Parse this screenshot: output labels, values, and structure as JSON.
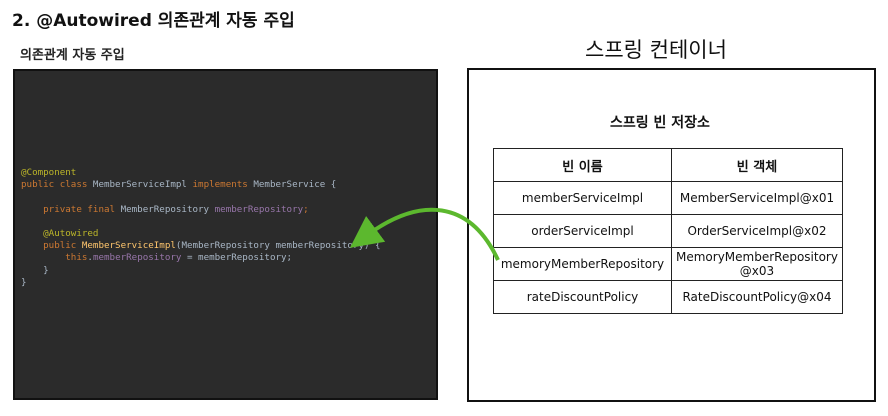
{
  "header": {
    "title": "2. @Autowired 의존관계 자동 주입",
    "subtitle": "의존관계 자동 주입"
  },
  "code_panel": {
    "lines": [
      [
        {
          "t": "@Component",
          "k": "annotation"
        }
      ],
      [
        {
          "t": "public class ",
          "k": "keyword"
        },
        {
          "t": "MemberServiceImpl ",
          "k": "plain"
        },
        {
          "t": "implements ",
          "k": "keyword"
        },
        {
          "t": "MemberService {",
          "k": "plain"
        }
      ],
      [],
      [
        {
          "t": "    private final ",
          "k": "keyword"
        },
        {
          "t": "MemberRepository ",
          "k": "plain"
        },
        {
          "t": "memberRepository",
          "k": "field"
        },
        {
          "t": ";",
          "k": "keyword"
        }
      ],
      [],
      [
        {
          "t": "    @Autowired",
          "k": "annotation"
        }
      ],
      [
        {
          "t": "    public ",
          "k": "keyword"
        },
        {
          "t": "MemberServiceImpl",
          "k": "method"
        },
        {
          "t": "(MemberRepository memberRepository) {",
          "k": "plain"
        }
      ],
      [
        {
          "t": "        this",
          "k": "keyword"
        },
        {
          "t": ".",
          "k": "plain"
        },
        {
          "t": "memberRepository",
          "k": "field"
        },
        {
          "t": " = memberRepository;",
          "k": "plain"
        }
      ],
      [
        {
          "t": "    }",
          "k": "plain"
        }
      ],
      [
        {
          "t": "}",
          "k": "plain"
        }
      ]
    ]
  },
  "container": {
    "title": "스프링 컨테이너",
    "store_title": "스프링 빈 저장소",
    "table": {
      "headers": [
        "빈 이름",
        "빈 객체"
      ],
      "rows": [
        {
          "name": "memberServiceImpl",
          "object": "MemberServiceImpl@x01"
        },
        {
          "name": "orderServiceImpl",
          "object": "OrderServiceImpl@x02"
        },
        {
          "name": "memoryMemberRepository",
          "object": "MemoryMemberRepository @x03"
        },
        {
          "name": "rateDiscountPolicy",
          "object": "RateDiscountPolicy@x04"
        }
      ]
    }
  },
  "colors": {
    "code_background": "#2b2b2b",
    "arrow": "#5cb82e",
    "annotation": "#bbb529",
    "keyword": "#cc7832",
    "field": "#9876aa",
    "method": "#ffc66d"
  }
}
